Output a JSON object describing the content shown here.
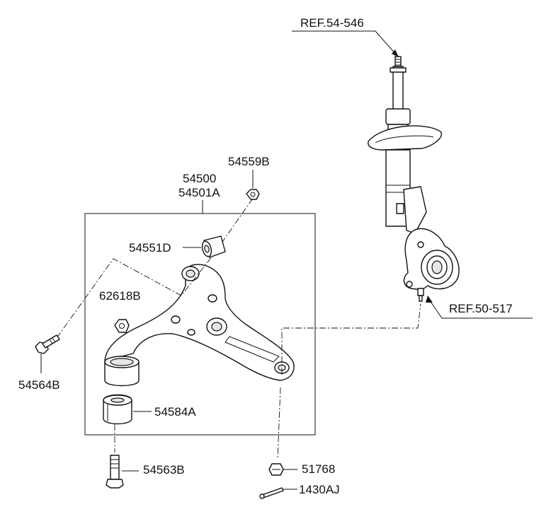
{
  "diagram": {
    "refs": {
      "strut": "REF.54-546",
      "knuckle": "REF.50-517"
    },
    "parts": {
      "lower_arm_a": "54500",
      "lower_arm_b": "54501A",
      "bushing_nut": "54559B",
      "front_bushing": "54551D",
      "nut_small": "62618B",
      "front_bolt": "54564B",
      "rear_bushing": "54584A",
      "rear_bolt": "54563B",
      "ball_joint_nut": "51768",
      "split_pin": "1430AJ"
    }
  }
}
